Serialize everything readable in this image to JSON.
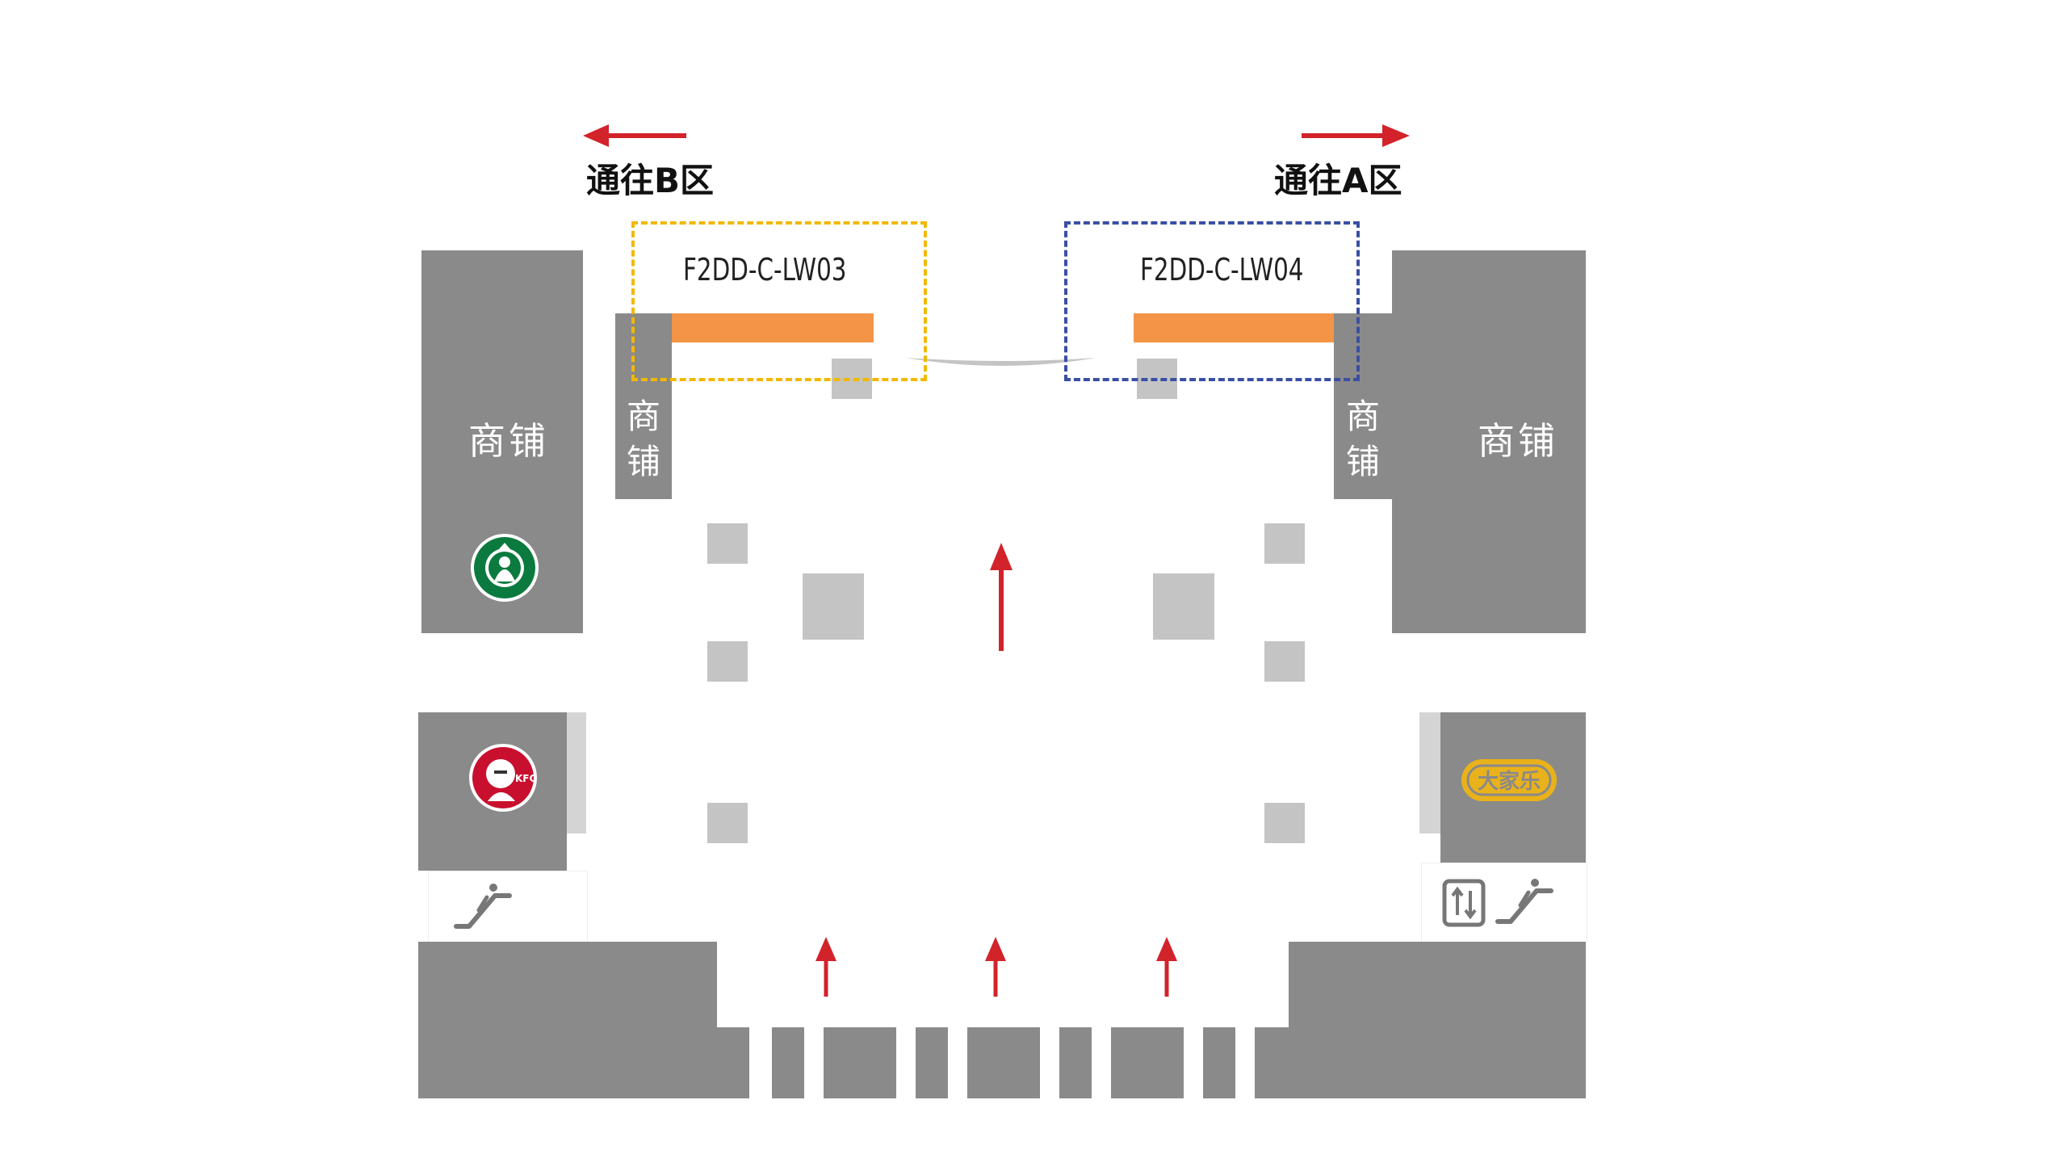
{
  "directions": {
    "to_b": "通往B区",
    "to_a": "通往A区"
  },
  "zones": {
    "lw03": {
      "code": "F2DD-C-LW03",
      "border_color": "#f2b800"
    },
    "lw04": {
      "code": "F2DD-C-LW04",
      "border_color": "#3a4fa3"
    }
  },
  "shops": {
    "left_large": "商铺",
    "left_small": "商\n铺",
    "right_large": "商铺",
    "right_small": "商\n铺"
  },
  "brands": {
    "starbucks": "starbucks-logo",
    "kfc": "kfc-logo",
    "right_brand": "大家乐"
  },
  "icons": {
    "escalator_left": "escalator-icon",
    "escalator_right": "escalator-icon",
    "elevator_right": "elevator-icon"
  },
  "colors": {
    "building": "#8a8a8a",
    "pillar": "#c4c4c4",
    "ad_strip": "#f39447",
    "arrow": "#d2232a"
  }
}
